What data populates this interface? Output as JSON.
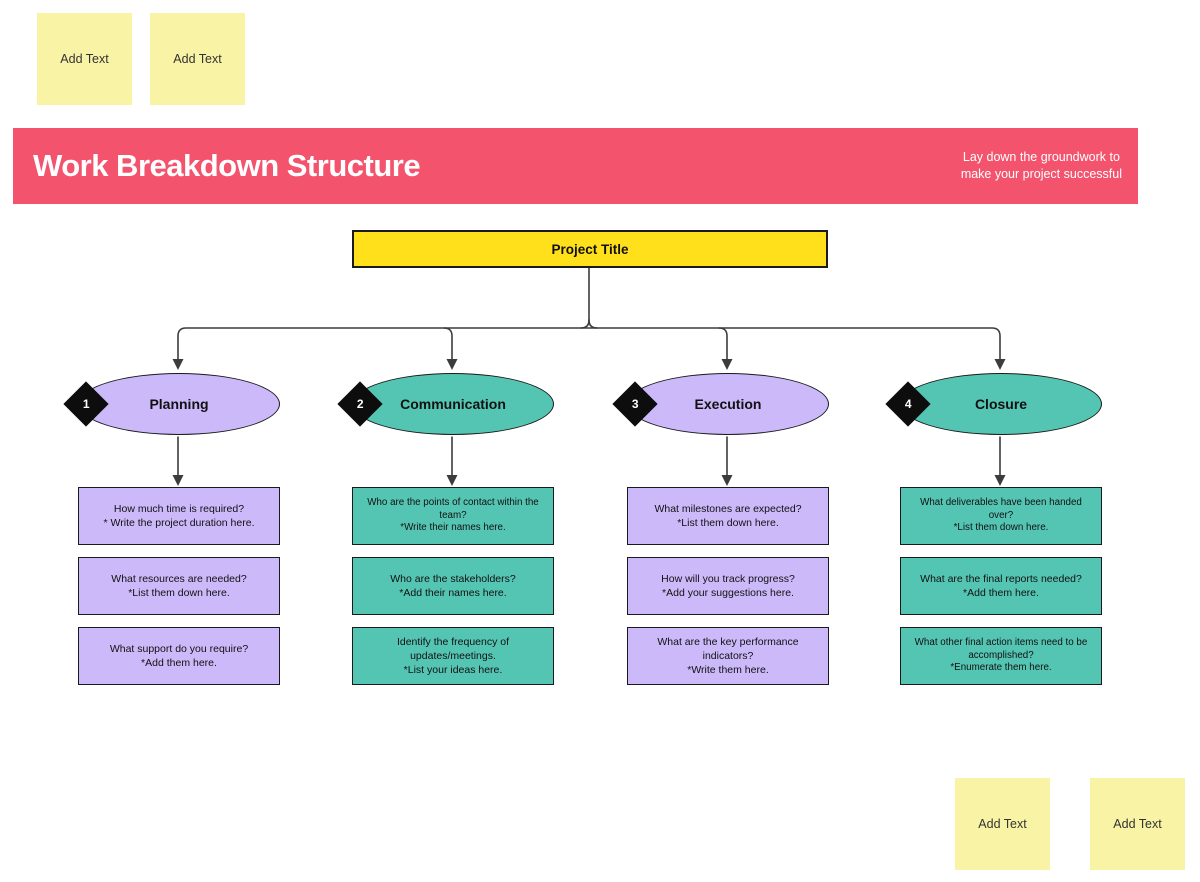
{
  "banner": {
    "title": "Work Breakdown Structure",
    "subtitle": "Lay down the groundwork to\nmake your project successful",
    "bg": "#F4536D"
  },
  "sticky_notes": {
    "color": "#F9F3A6",
    "top_left": [
      {
        "label": "Add Text"
      },
      {
        "label": "Add Text"
      }
    ],
    "bottom_right": [
      {
        "label": "Add Text"
      },
      {
        "label": "Add Text"
      }
    ]
  },
  "root_node": {
    "label": "Project Title",
    "bg": "#FFE01B"
  },
  "colors": {
    "purple": "#CCB9FA",
    "teal": "#55C5B3",
    "line": "#3C3C3C",
    "node_yellow": "#FFE01B"
  },
  "branches": [
    {
      "number": "1",
      "label": "Planning",
      "color": "#CCB9FA",
      "boxes": [
        {
          "text": "How much time is required?\n* Write the project duration here."
        },
        {
          "text": "What resources are needed?\n*List them down here."
        },
        {
          "text": "What support do you require?\n*Add them here."
        }
      ]
    },
    {
      "number": "2",
      "label": "Communication",
      "color": "#55C5B3",
      "boxes": [
        {
          "text": "Who are the points of contact within the team?\n*Write their names here."
        },
        {
          "text": "Who are the stakeholders?\n*Add their names here."
        },
        {
          "text": "Identify the frequency of updates/meetings.\n*List your ideas here."
        }
      ]
    },
    {
      "number": "3",
      "label": "Execution",
      "color": "#CCB9FA",
      "boxes": [
        {
          "text": "What milestones are expected?\n*List them down here."
        },
        {
          "text": "How will you track progress?\n*Add your suggestions here."
        },
        {
          "text": "What are the key performance indicators?\n*Write them here."
        }
      ]
    },
    {
      "number": "4",
      "label": "Closure",
      "color": "#55C5B3",
      "boxes": [
        {
          "text": "What deliverables have been handed over?\n*List them down here."
        },
        {
          "text": "What are the final reports needed?\n*Add them here."
        },
        {
          "text": "What other final action items need to be accomplished?\n*Enumerate them here."
        }
      ]
    }
  ]
}
